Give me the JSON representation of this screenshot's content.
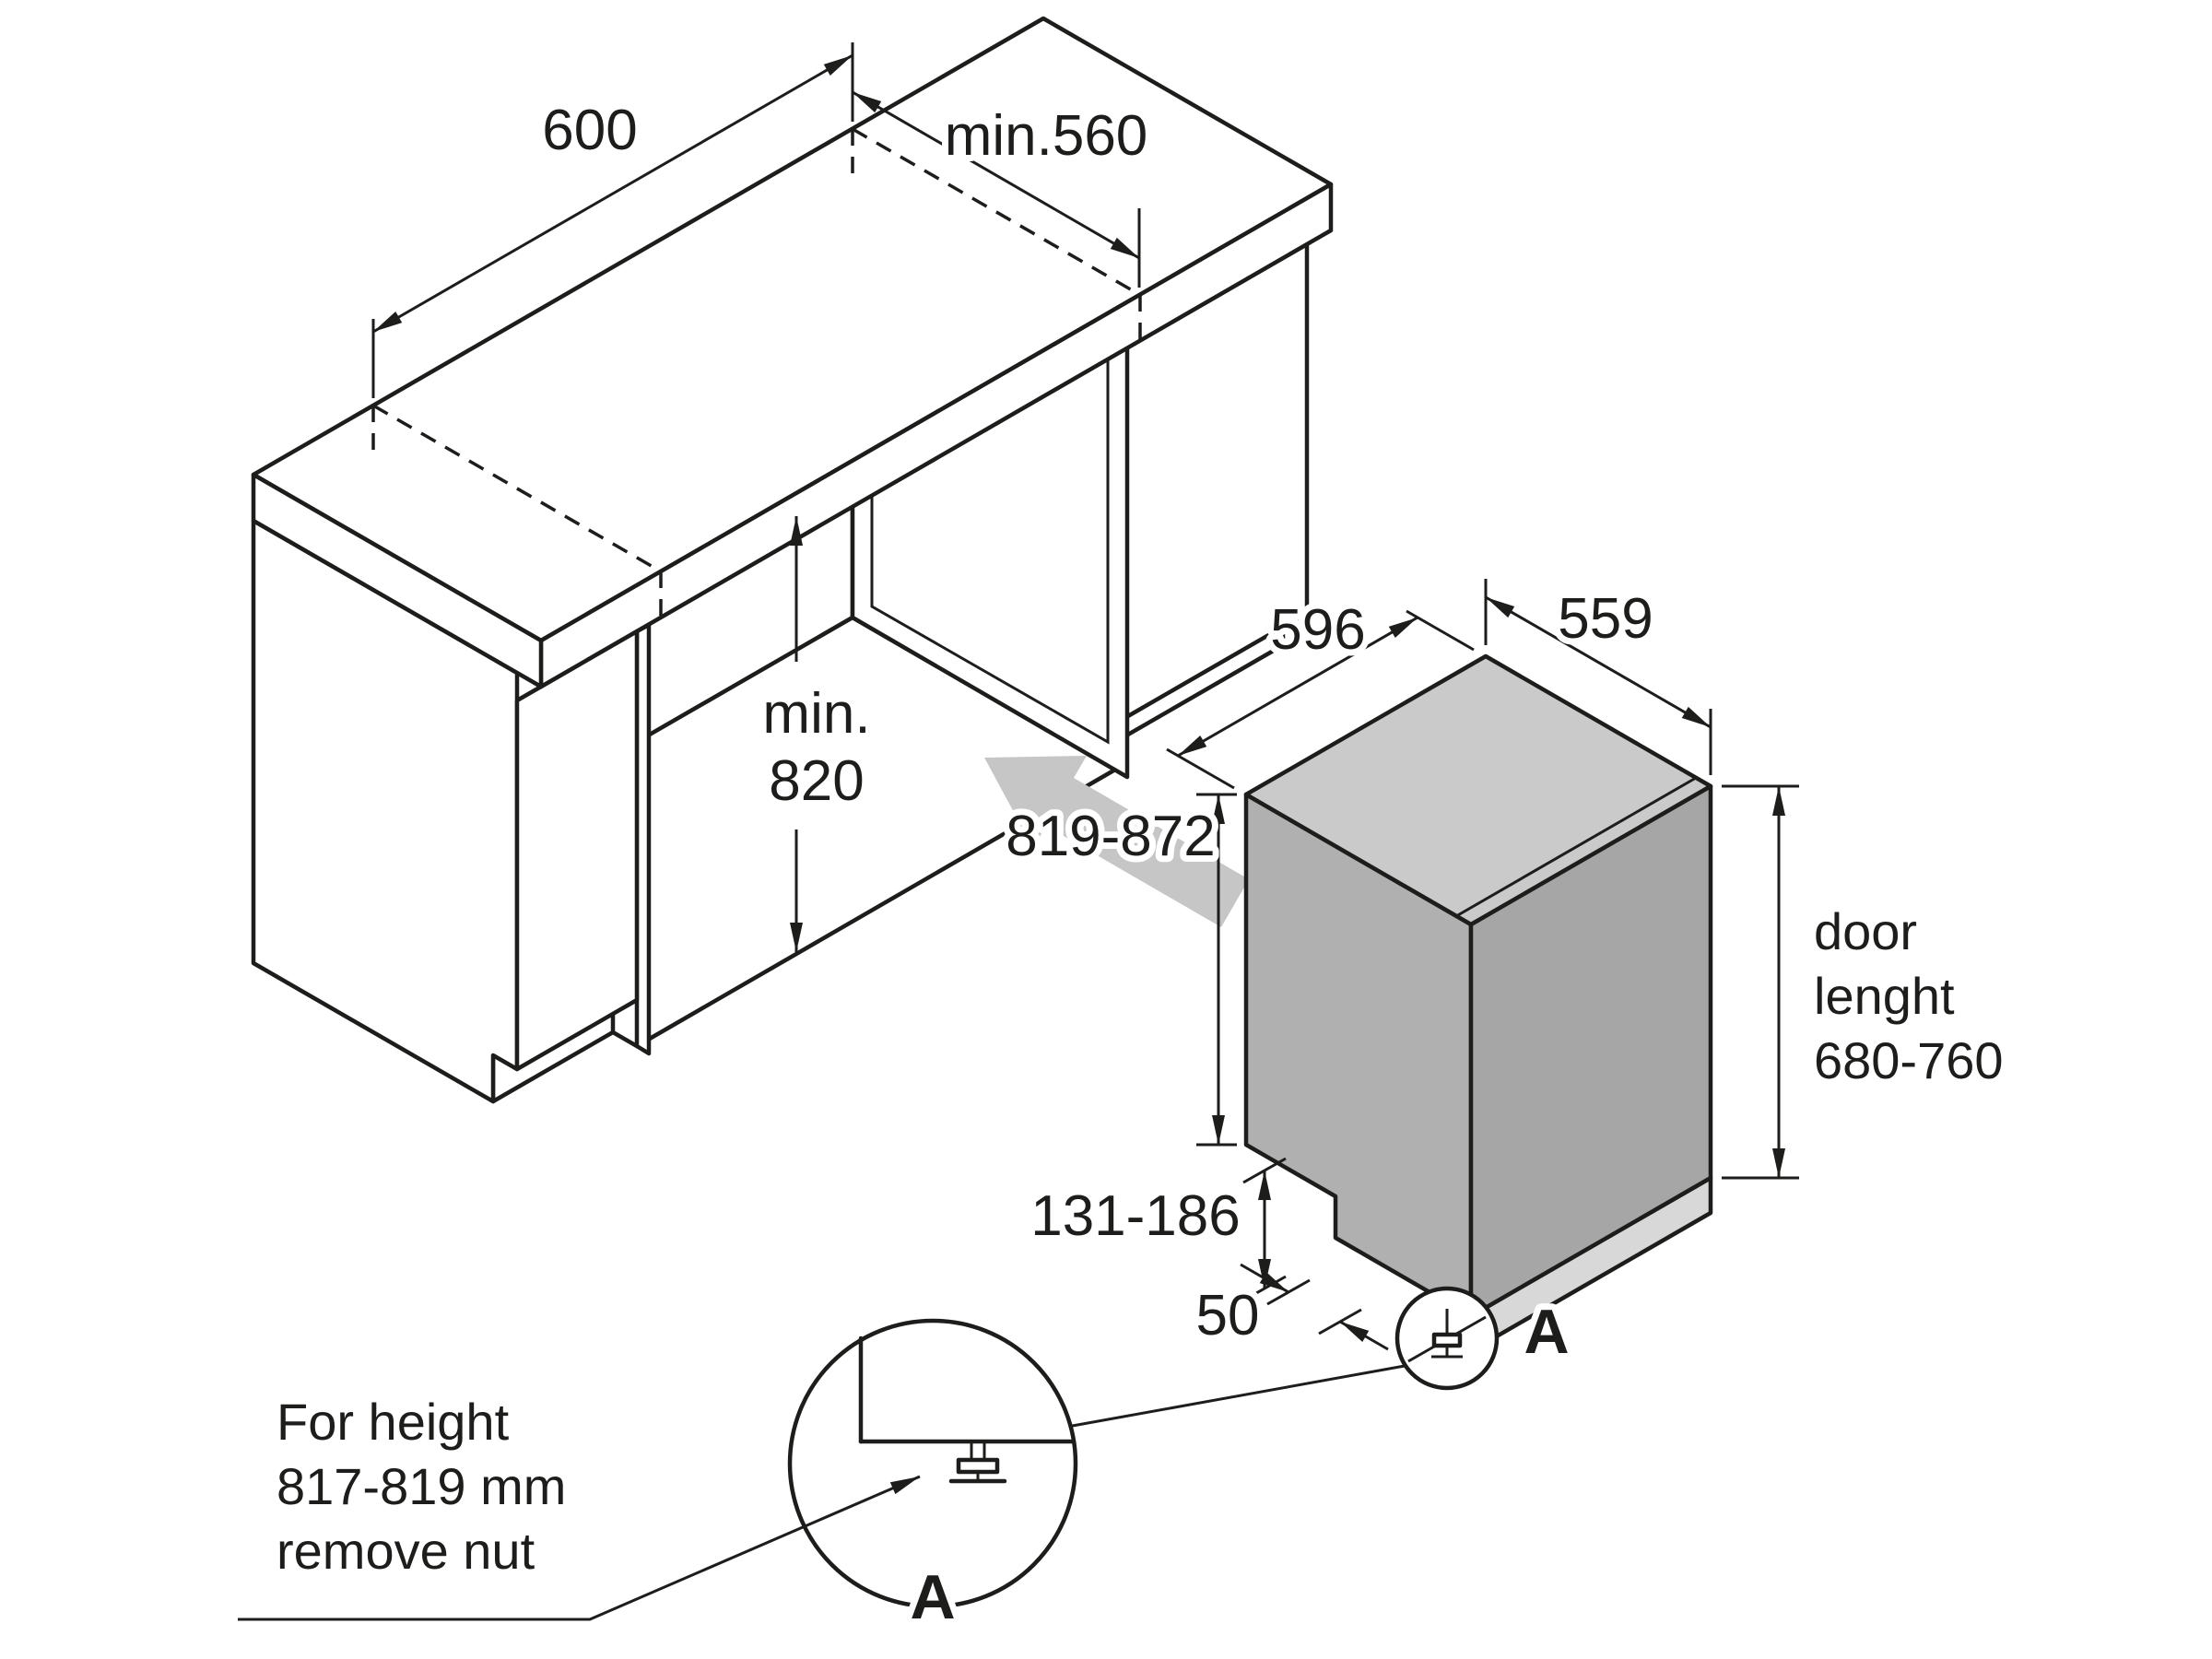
{
  "figure": {
    "kind": "installation-diagram",
    "product": "built-in dishwasher niche dimensions"
  },
  "niche": {
    "width": "600",
    "depth": "min.560",
    "height_line1": "min.",
    "height_line2": "820"
  },
  "dishwasher": {
    "width": "596",
    "depth": "559",
    "height_range": "819-872",
    "plinth_range": "131-186",
    "foot_offset": "50",
    "door_line1": "door",
    "door_line2": "lenght",
    "door_line3": "680-760",
    "detail_marker": "A"
  },
  "detail": {
    "label": "A",
    "note_line1": "For height",
    "note_line2": "817-819 mm",
    "note_line3": "remove nut"
  },
  "colors": {
    "line": "#1d1d1b",
    "door_face": "#a6a6a6",
    "side_face": "#b0b0b0",
    "top_face": "#cacaca",
    "base_strip": "#d8d8d8",
    "arrow_fill": "#c6c6c6"
  }
}
